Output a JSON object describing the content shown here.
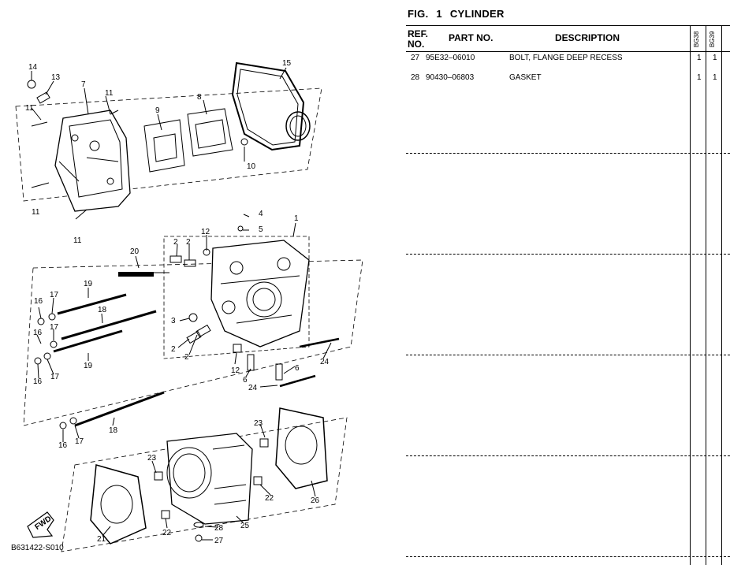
{
  "figure": {
    "fig_label": "FIG.",
    "fig_number": "1",
    "fig_name": "CYLINDER"
  },
  "diagram_code": "B631422-S010",
  "fwd_label": "FWD",
  "callouts": [
    {
      "id": "c14",
      "label": "14"
    },
    {
      "id": "c13",
      "label": "13"
    },
    {
      "id": "c7",
      "label": "7"
    },
    {
      "id": "c11a",
      "label": "11"
    },
    {
      "id": "c11b",
      "label": "11"
    },
    {
      "id": "c11c",
      "label": "11"
    },
    {
      "id": "c11d",
      "label": "11"
    },
    {
      "id": "c9",
      "label": "9"
    },
    {
      "id": "c8",
      "label": "8"
    },
    {
      "id": "c15",
      "label": "15"
    },
    {
      "id": "c10",
      "label": "10"
    },
    {
      "id": "c4",
      "label": "4"
    },
    {
      "id": "c5",
      "label": "5"
    },
    {
      "id": "c1",
      "label": "1"
    },
    {
      "id": "c2a",
      "label": "2"
    },
    {
      "id": "c2b",
      "label": "2"
    },
    {
      "id": "c12a",
      "label": "12"
    },
    {
      "id": "c20",
      "label": "20"
    },
    {
      "id": "c19a",
      "label": "19"
    },
    {
      "id": "c16a",
      "label": "16"
    },
    {
      "id": "c17a",
      "label": "17"
    },
    {
      "id": "c18a",
      "label": "18"
    },
    {
      "id": "c3",
      "label": "3"
    },
    {
      "id": "c16b",
      "label": "16"
    },
    {
      "id": "c17b",
      "label": "17"
    },
    {
      "id": "c2c",
      "label": "2"
    },
    {
      "id": "c2d",
      "label": "2"
    },
    {
      "id": "c19b",
      "label": "19"
    },
    {
      "id": "c16c",
      "label": "16"
    },
    {
      "id": "c17c",
      "label": "17"
    },
    {
      "id": "c12b",
      "label": "12"
    },
    {
      "id": "c6a",
      "label": "6"
    },
    {
      "id": "c6b",
      "label": "6"
    },
    {
      "id": "c24a",
      "label": "24"
    },
    {
      "id": "c24b",
      "label": "24"
    },
    {
      "id": "c18b",
      "label": "18"
    },
    {
      "id": "c16d",
      "label": "16"
    },
    {
      "id": "c17d",
      "label": "17"
    },
    {
      "id": "c23a",
      "label": "23"
    },
    {
      "id": "c23b",
      "label": "23"
    },
    {
      "id": "c26",
      "label": "26"
    },
    {
      "id": "c22a",
      "label": "22"
    },
    {
      "id": "c22b",
      "label": "22"
    },
    {
      "id": "c21",
      "label": "21"
    },
    {
      "id": "c28",
      "label": "28"
    },
    {
      "id": "c25",
      "label": "25"
    },
    {
      "id": "c27",
      "label": "27"
    }
  ],
  "table": {
    "headers": {
      "ref_line1": "REF.",
      "ref_line2": "NO.",
      "part_no": "PART NO.",
      "description": "DESCRIPTION",
      "model_a": "BG38",
      "model_b": "BG39"
    },
    "rows": [
      {
        "ref": "27",
        "part_no": "95E32–06010",
        "description": "BOLT, FLANGE DEEP RECESS",
        "qty_a": "1",
        "qty_b": "1"
      },
      {
        "ref": "28",
        "part_no": "90430–06803",
        "description": "GASKET",
        "qty_a": "1",
        "qty_b": "1"
      }
    ]
  }
}
